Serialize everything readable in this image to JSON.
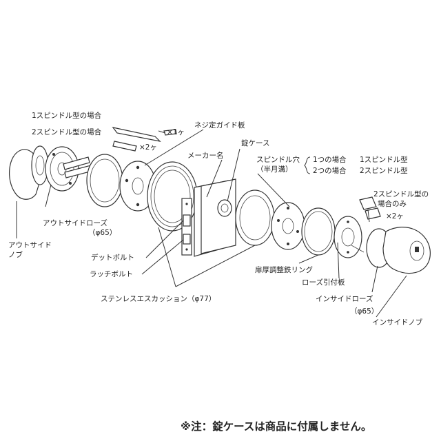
{
  "labels": {
    "one_spindle_case": "1スピンドル型の場合",
    "two_spindle_case": "2スピンドル型の場合",
    "times_1": "×1ヶ",
    "times_2a": "×2ヶ",
    "screw_guide_plate": "ネジ定ガイド板",
    "lock_case": "錠ケース",
    "maker_name": "メーカー名",
    "spindle_hole": "スピンドル穴",
    "half_moon_groove": "（半月溝）",
    "one_case": "1つの場合",
    "two_case": "2つの場合",
    "one_spindle_type": "1スピンドル型",
    "two_spindle_type": "2スピンドル型",
    "two_spindle_only_1": "2スピンドル型の",
    "two_spindle_only_2": "場合のみ",
    "times_2b": "×2ヶ",
    "outside_rose": "アウトサイドローズ",
    "phi65_a": "（φ65）",
    "outside_knob_1": "アウトサイド",
    "outside_knob_2": "ノブ",
    "dead_bolt": "デットボルト",
    "latch_bolt": "ラッチボルト",
    "stainless_escutcheon": "ステンレスエスカッション（φ77）",
    "door_thickness_ring": "扉厚調整鉄リング",
    "rose_plate": "ローズ引付板",
    "inside_rose": "インサイドローズ",
    "phi65_b": "（φ65）",
    "inside_knob": "インサイドノブ",
    "note": "※注：錠ケースは商品に付属しません。"
  },
  "colors": {
    "line": "#333333",
    "background": "#ffffff"
  }
}
